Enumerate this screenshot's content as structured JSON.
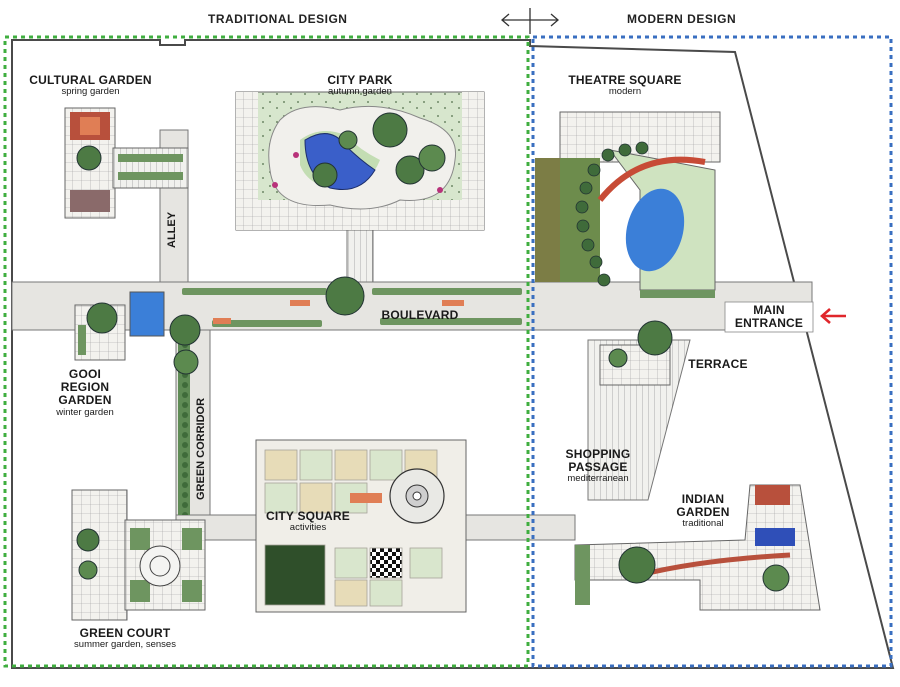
{
  "headers": {
    "left": "TRADITIONAL DESIGN",
    "right": "MODERN DESIGN"
  },
  "areas": {
    "cultural_garden": {
      "title": "CULTURAL GARDEN",
      "subtitle": "spring garden"
    },
    "city_park": {
      "title": "CITY PARK",
      "subtitle": "autumn garden"
    },
    "theatre_square": {
      "title": "THEATRE SQUARE",
      "subtitle": "modern"
    },
    "boulevard": {
      "title": "BOULEVARD"
    },
    "main_entrance": {
      "line1": "MAIN",
      "line2": "ENTRANCE"
    },
    "terrace": {
      "title": "TERRACE"
    },
    "gooi": {
      "line1": "GOOI",
      "line2": "REGION",
      "line3": "GARDEN",
      "subtitle": "winter garden"
    },
    "shopping_passage": {
      "line1": "SHOPPING",
      "line2": "PASSAGE",
      "subtitle": "mediterranean"
    },
    "indian_garden": {
      "line1": "INDIAN",
      "line2": "GARDEN",
      "subtitle": "traditional"
    },
    "city_square": {
      "title": "CITY SQUARE",
      "subtitle": "activities"
    },
    "green_court": {
      "title": "GREEN COURT",
      "subtitle": "summer garden, senses"
    },
    "alley": {
      "title": "ALLEY"
    },
    "green_corridor": {
      "title": "GREEN CORRIDOR"
    }
  },
  "colors": {
    "traditional_border": "#3fae3f",
    "modern_border": "#3a6fc0",
    "entrance_arrow": "#e0262b",
    "pond": "#3a5fc9",
    "grass": "#cfe3c0",
    "tree": "#3f6b3a",
    "paving": "#e9e7e1",
    "flower": "#b8327a",
    "brick": "#b8503c"
  },
  "icons": {
    "split_arrow": "double-arrow-icon",
    "entrance_arrow": "arrow-left-icon"
  }
}
